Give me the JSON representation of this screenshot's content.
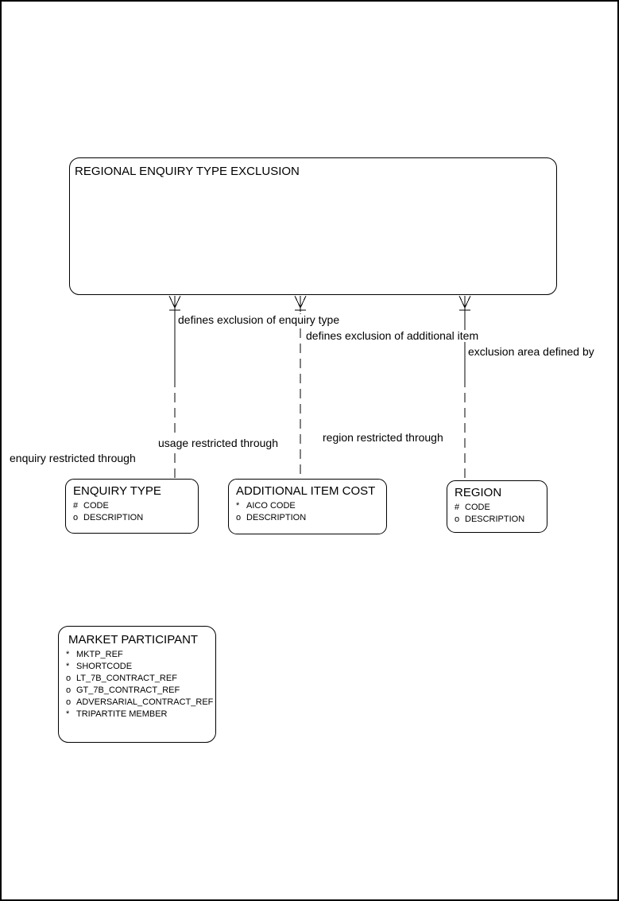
{
  "page": {
    "background_color": "#ffffff",
    "line_color": "#000000",
    "text_color": "#000000"
  },
  "entities": {
    "regional_enquiry_type_exclusion": {
      "title": "REGIONAL ENQUIRY TYPE EXCLUSION",
      "attributes": []
    },
    "enquiry_type": {
      "title": "ENQUIRY TYPE",
      "attributes": [
        {
          "marker": "#",
          "name": "CODE"
        },
        {
          "marker": "o",
          "name": "DESCRIPTION"
        }
      ]
    },
    "additional_item_cost": {
      "title": "ADDITIONAL ITEM COST",
      "attributes": [
        {
          "marker": "*",
          "name": "AICO CODE"
        },
        {
          "marker": "o",
          "name": "DESCRIPTION"
        }
      ]
    },
    "region": {
      "title": "REGION",
      "attributes": [
        {
          "marker": "#",
          "name": "CODE"
        },
        {
          "marker": "o",
          "name": "DESCRIPTION"
        }
      ]
    },
    "market_participant": {
      "title": "MARKET PARTICIPANT",
      "attributes": [
        {
          "marker": "*",
          "name": "MKTP_REF"
        },
        {
          "marker": "*",
          "name": "SHORTCODE"
        },
        {
          "marker": "o",
          "name": "LT_7B_CONTRACT_REF"
        },
        {
          "marker": "o",
          "name": "GT_7B_CONTRACT_REF"
        },
        {
          "marker": "o",
          "name": "ADVERSARIAL_CONTRACT_REF"
        },
        {
          "marker": "*",
          "name": "TRIPARTITE MEMBER"
        }
      ]
    }
  },
  "relationships": [
    {
      "top_label": "defines exclusion of enquiry type",
      "bottom_label": "enquiry restricted through"
    },
    {
      "top_label": "defines exclusion of additional item",
      "bottom_label": "usage restricted through"
    },
    {
      "top_label": "exclusion area defined by",
      "bottom_label": "region restricted through"
    }
  ]
}
